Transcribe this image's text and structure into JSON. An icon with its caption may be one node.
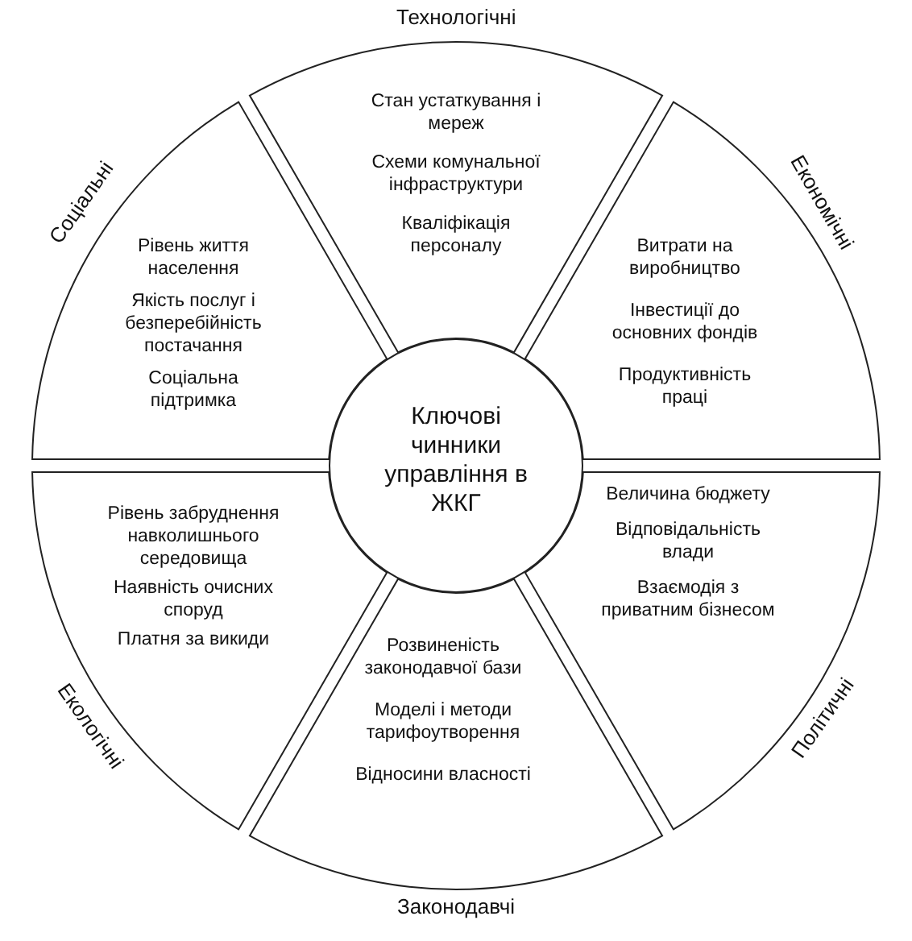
{
  "diagram": {
    "nodes": [
      {
        "text": [
          "Технологічні",
          "Стан устаткування і мереж",
          "Схеми комунальної інфраструктури",
          "Кваліфікація персоналу"
        ]
      },
      {
        "text": [
          "Соціальні",
          "Рівень життя населення",
          "Якість послуг і безперебійність постачання",
          "Соціальна підтримка"
        ]
      },
      {
        "text": [
          "Економічні",
          "Витрати на виробництво",
          "Інвестиції до основних фондів",
          "Продуктивність праці"
        ]
      },
      {
        "text": [
          "Ключові чинники управління в ЖКГ"
        ]
      },
      {
        "text": [
          "Екологічні",
          "Рівень забруднення навколишнього середовища",
          "Наявність очисних споруд",
          "Платня за викиди"
        ]
      },
      {
        "text": [
          "Політичні",
          "Величина бюджету",
          "Відповідальність влади",
          "Взаємодія з приватним бізнесом"
        ]
      },
      {
        "text": [
          "Розвиненість законодавчої бази",
          "Моделі і методи тарифоутворення",
          "Відносини власності",
          "Законодавчі"
        ]
      }
    ],
    "edges": []
  }
}
